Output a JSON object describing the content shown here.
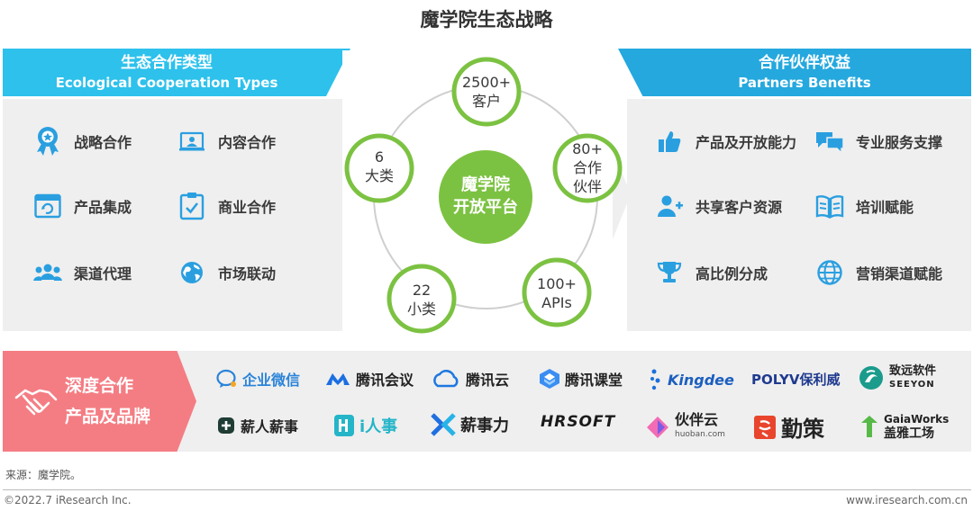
{
  "title": "魔学院生态战略",
  "left_panel": {
    "title_zh": "生态合作类型",
    "title_en": "Ecological Cooperation Types",
    "items": [
      {
        "label": "战略合作",
        "icon": "medal-icon"
      },
      {
        "label": "内容合作",
        "icon": "presentation-icon"
      },
      {
        "label": "产品集成",
        "icon": "browser-window-icon"
      },
      {
        "label": "商业合作",
        "icon": "clipboard-check-icon"
      },
      {
        "label": "渠道代理",
        "icon": "people-group-icon"
      },
      {
        "label": "市场联动",
        "icon": "globe-icon"
      }
    ]
  },
  "right_panel": {
    "title_zh": "合作伙伴权益",
    "title_en": "Partners Benefits",
    "items": [
      {
        "label": "产品及开放能力",
        "icon": "thumbs-up-icon"
      },
      {
        "label": "专业服务支撑",
        "icon": "chat-bubbles-icon"
      },
      {
        "label": "共享客户资源",
        "icon": "add-user-icon"
      },
      {
        "label": "培训赋能",
        "icon": "book-icon"
      },
      {
        "label": "高比例分成",
        "icon": "trophy-icon"
      },
      {
        "label": "营销渠道赋能",
        "icon": "globe-icon"
      }
    ]
  },
  "center": {
    "line1": "魔学院",
    "line2": "开放平台",
    "bubbles": [
      {
        "line1": "2500+",
        "line2": "客户",
        "line3": ""
      },
      {
        "line1": "80+",
        "line2": "合作",
        "line3": "伙伴"
      },
      {
        "line1": "100+",
        "line2": "APIs",
        "line3": ""
      },
      {
        "line1": "22",
        "line2": "小类",
        "line3": ""
      },
      {
        "line1": "6",
        "line2": "大类",
        "line3": ""
      }
    ]
  },
  "band": {
    "line1": "深度合作",
    "line2": "产品及品牌",
    "logos_row1": [
      "企业微信",
      "腾讯会议",
      "腾讯云",
      "腾讯课堂",
      "Kingdee",
      "POLYV保利威",
      "致远软件"
    ],
    "logos_row1_sub": {
      "seeyon": "SEEYON"
    },
    "logos_row2": [
      "薪人薪事",
      "i人事",
      "薪事力",
      "HRSOFT",
      "伙伴云",
      "勤策",
      "GaiaWorks"
    ],
    "logos_row2_sub": {
      "huoban": "huoban.com",
      "gaia": "盖雅工场"
    }
  },
  "source": "来源：魔学院。",
  "footer_left": "©2022.7 iResearch Inc.",
  "footer_right": "www.iresearch.com.cn",
  "colors": {
    "left_head": "#2dc1ec",
    "right_head": "#24a8de",
    "icon_blue": "#2a9fe0",
    "green": "#7cc242",
    "band_red": "#f47d83"
  }
}
